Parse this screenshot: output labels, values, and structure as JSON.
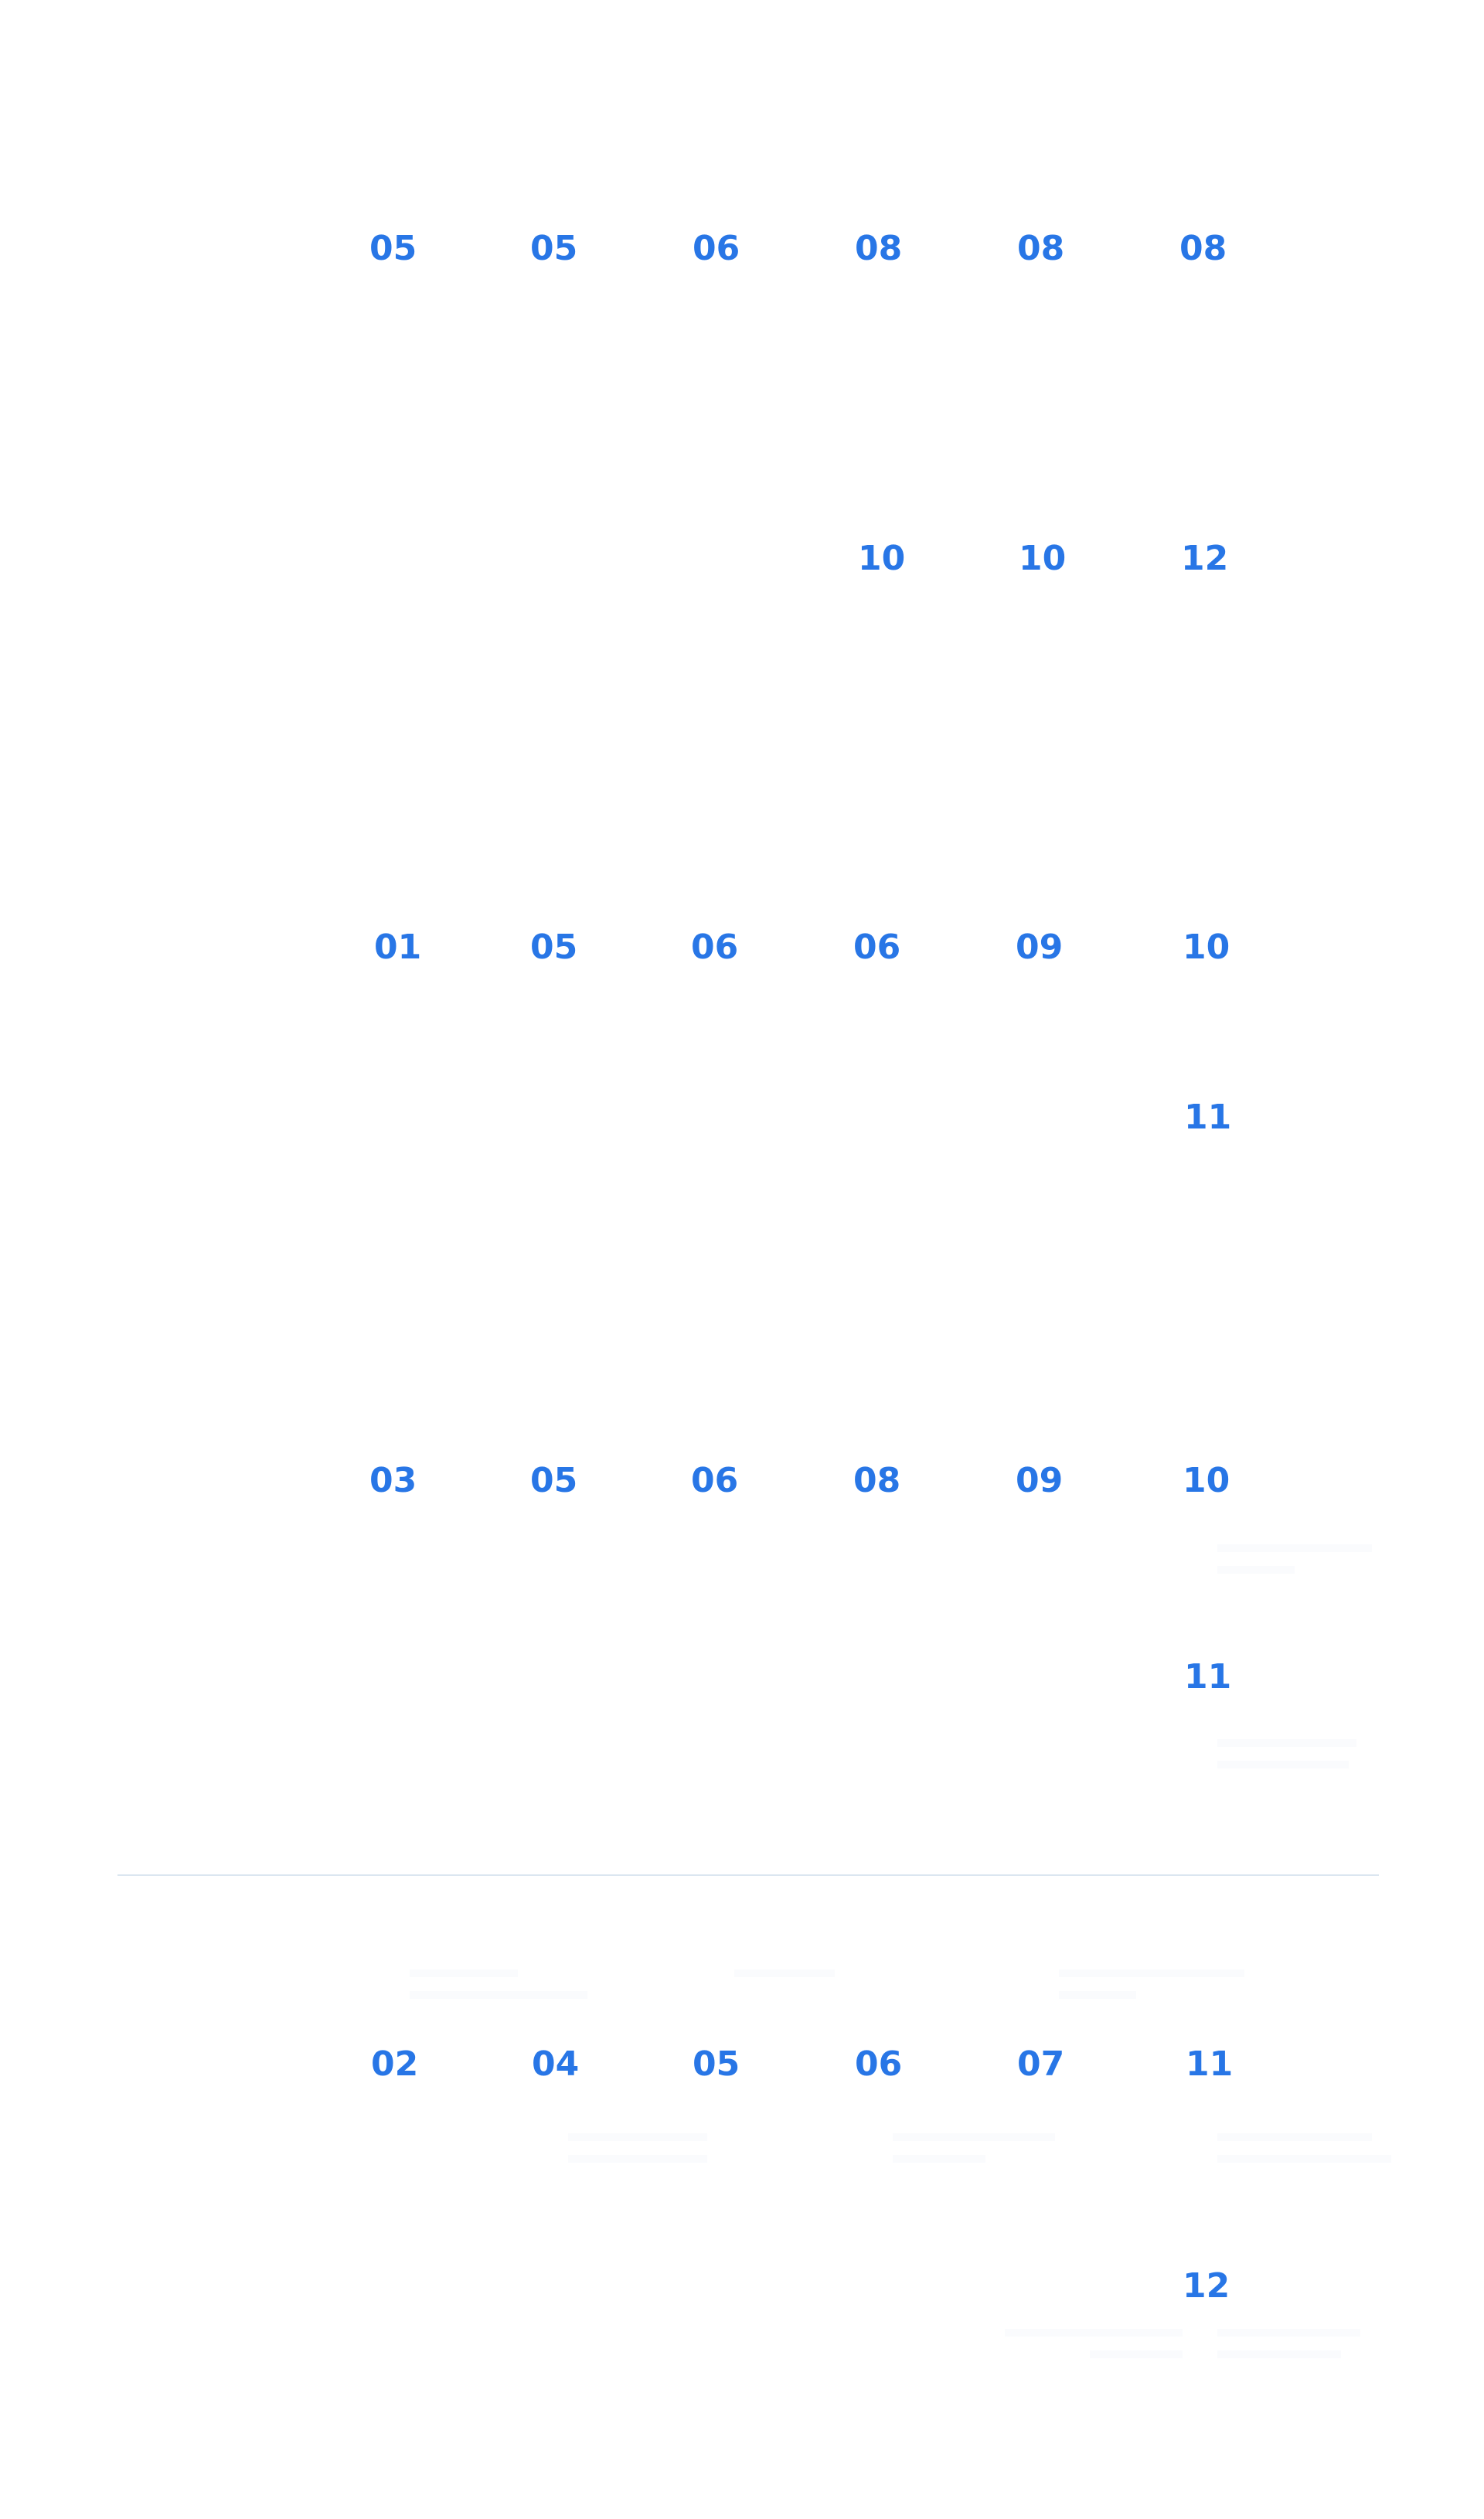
{
  "timeline": {
    "rows": [
      {
        "months": [
          "05",
          "05",
          "06",
          "08",
          "08",
          "08"
        ]
      },
      {
        "months": [
          "10",
          "10",
          "12"
        ]
      },
      {
        "months": [
          "01",
          "05",
          "06",
          "06",
          "09",
          "10"
        ]
      },
      {
        "months": [
          "11"
        ]
      },
      {
        "months": [
          "03",
          "05",
          "06",
          "08",
          "09",
          "10"
        ]
      },
      {
        "months": [
          "11"
        ]
      },
      {
        "months": [
          "02",
          "04",
          "05",
          "06",
          "07",
          "11"
        ]
      },
      {
        "months": [
          "12"
        ]
      }
    ]
  },
  "colors": {
    "accent": "#2876e6",
    "divider": "#dbe6f0",
    "faint_text": "#f1f4f8"
  }
}
